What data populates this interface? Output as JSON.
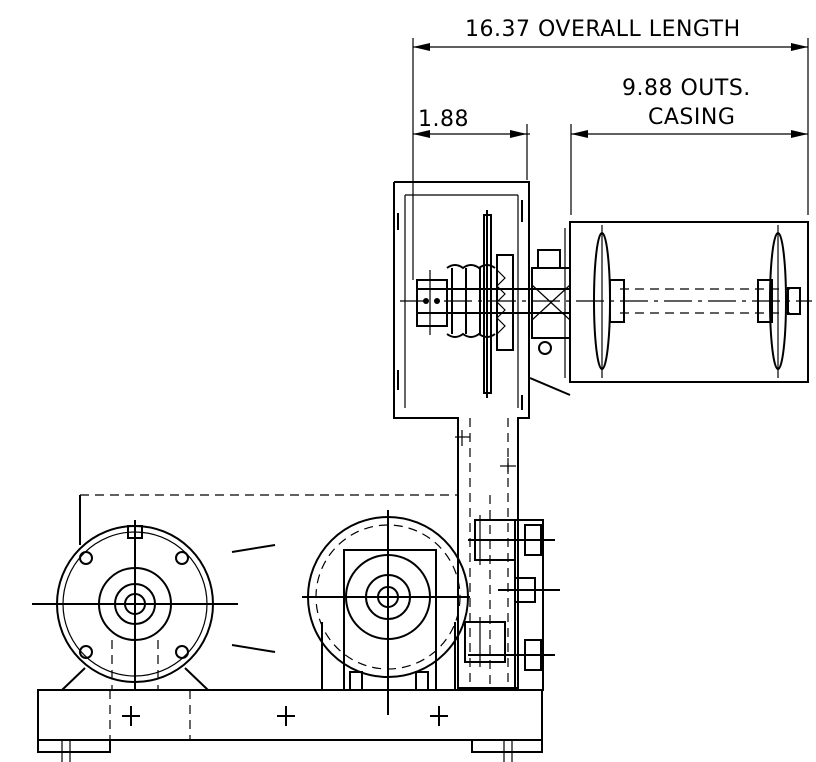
{
  "dimensions": {
    "overall_length": "16.37 OVERALL LENGTH",
    "outside_casing_line1": "9.88 OUTS.",
    "outside_casing_line2": "CASING",
    "offset": "1.88"
  }
}
